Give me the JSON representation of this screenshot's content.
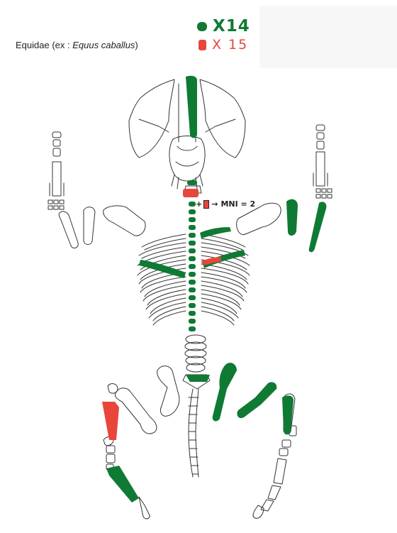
{
  "taxon": {
    "family": "Equidae",
    "example_prefix": "(ex : ",
    "species": "Equus caballus",
    "example_suffix": ")"
  },
  "legend": {
    "green": {
      "count_label": "X14",
      "color": "#0f7a34"
    },
    "red": {
      "count_label": "X 15",
      "color": "#e8463b"
    }
  },
  "annotation": {
    "plus": "+",
    "arrow": "→",
    "mni_text": "MNI = 2"
  },
  "colors": {
    "present_green": "#0f7a34",
    "present_red": "#e8463b",
    "outline": "#333333"
  }
}
